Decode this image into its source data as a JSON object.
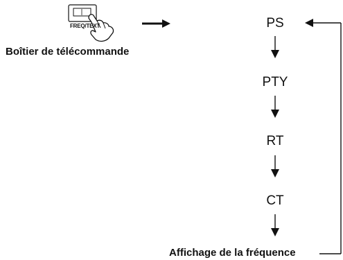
{
  "remote": {
    "button_label": "FREQ/TEXT",
    "caption": "Boîtier de télécommande"
  },
  "modes": [
    "PS",
    "PTY",
    "RT",
    "CT"
  ],
  "return_label": "Affichage de la fréquence"
}
